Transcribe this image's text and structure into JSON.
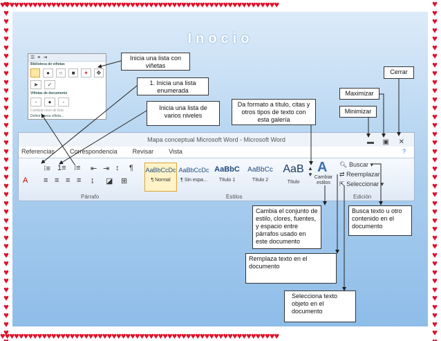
{
  "title": "Inocio",
  "labels": {
    "vinetas": "Inicia una lista con viñetas",
    "enumerada_num": "1.",
    "enumerada": "Inicia una lista enumerada",
    "niveles": "Inicia una lista de varios niveles",
    "formato": "Da formato a título, citas y otros tipos de texto con esta galería",
    "cerrar": "Cerrar",
    "maximizar": "Maximizar",
    "minimizar": "Minimizar",
    "cambia": "Cambia el conjunto de estilo, clores, fuentes, y espacio entre párrafos usado en este documento",
    "busca": "Busca texto u otro contenido en el documento",
    "remplaza": "Remplaza texto en el documento",
    "selecciona": "Selecciona texto objeto en el documento"
  },
  "thumbnail": {
    "heading": "Biblioteca de viñetas",
    "doc_heading": "Viñetas de documento",
    "change_level": "Cambiar nivel de lista",
    "define": "Definir nueva viñeta..."
  },
  "ribbon": {
    "window_title": "Mapa conceptual Microsoft Word - Microsoft Word",
    "tabs": [
      "Referencias",
      "Correspondencia",
      "Revisar",
      "Vista"
    ],
    "group_parrafo": "Párrafo",
    "group_estilos": "Estilos",
    "group_edicion": "Edición",
    "styles": [
      {
        "sample": "AaBbCcDc",
        "name": "¶ Normal"
      },
      {
        "sample": "AaBbCcDc",
        "name": "¶ Sin espa..."
      },
      {
        "sample": "AaBbC",
        "name": "Título 1"
      },
      {
        "sample": "AaBbCc",
        "name": "Título 2"
      },
      {
        "sample": "AaB",
        "name": "Título"
      }
    ],
    "change_styles": "Cambiar estilos",
    "buscar": "Buscar",
    "reemplazar": "Reemplazar",
    "seleccionar": "Seleccionar"
  },
  "colors": {
    "border": "#e0102a",
    "panel": "#a9cdee",
    "title": "#ffffff"
  }
}
